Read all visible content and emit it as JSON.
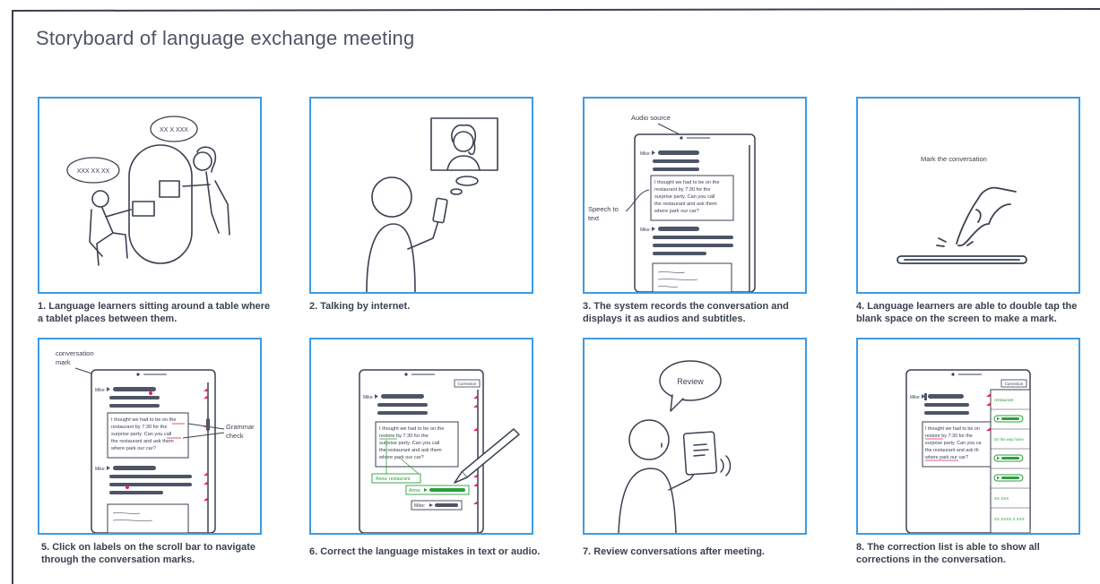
{
  "title": "Storyboard of language exchange meeting",
  "colors": {
    "panel_border": "#3d9be6",
    "line": "#3a4150",
    "accent_red": "#e0245e",
    "accent_green": "#2e9e3e"
  },
  "panels": [
    {
      "caption": "1. Language learners sitting around a table where a tablet places between them.",
      "bubbles": [
        "XX X XXX",
        "XXX XX XX"
      ]
    },
    {
      "caption": "2. Talking by internet."
    },
    {
      "caption": "3. The system records the conversation and displays it as audios and subtitles.",
      "labels": {
        "audio_source": "Audio source",
        "speech_to_text_1": "Speech to",
        "speech_to_text_2": "text",
        "speaker": "Mike:"
      },
      "subtitle_lines": [
        "I thought we had to be on the",
        "restaurant by 7:30 for the",
        "surprise party. Can you call",
        "the restaurant and ask them",
        "where park our car?"
      ]
    },
    {
      "caption": "4. Language learners are able to double tap the blank space on the screen to make a mark.",
      "labels": {
        "mark": "Mark the conversation"
      }
    },
    {
      "caption": "5. Click on labels on the scroll bar to navigate through the conversation marks.",
      "labels": {
        "conversation_mark_1": "conversation",
        "conversation_mark_2": "mark",
        "grammar_1": "Grammar",
        "grammar_2": "check",
        "speaker": "Mike:"
      },
      "subtitle_lines": [
        "I thought we had to be on the",
        "restaurant by 7:30 for the",
        "surprise party. Can you call",
        "the restaurant and ask them",
        "where park our car?"
      ]
    },
    {
      "caption": "6. Correct the language mistakes in text or audio.",
      "labels": {
        "corrections": "Correction",
        "speaker": "Mike:",
        "anna_text": "Anna: restaurant",
        "anna_audio": "Anna:",
        "mike_audio": "Mike:"
      },
      "subtitle_lines": [
        "I thought we had to be on the",
        "restore by 7:30 for the",
        "surprise party. Can you call",
        "the restaurant and ask them",
        "where park our car?"
      ]
    },
    {
      "caption": "7. Review conversations after meeting.",
      "labels": {
        "review": "Review"
      }
    },
    {
      "caption": "8. The correction list is able to show all corrections in the conversation.",
      "labels": {
        "corrections": "Correction",
        "speaker": "Mike:",
        "item1": "restaurant",
        "item2": "On the way home",
        "item3": "XX XXX",
        "item4": "XX XXXX X XXX"
      },
      "subtitle_lines": [
        "I thought we had to be on",
        "restore by 7:30 for the",
        "surprise party. Can you ca",
        "the restaurant and ask th",
        "where park our car?"
      ]
    }
  ]
}
